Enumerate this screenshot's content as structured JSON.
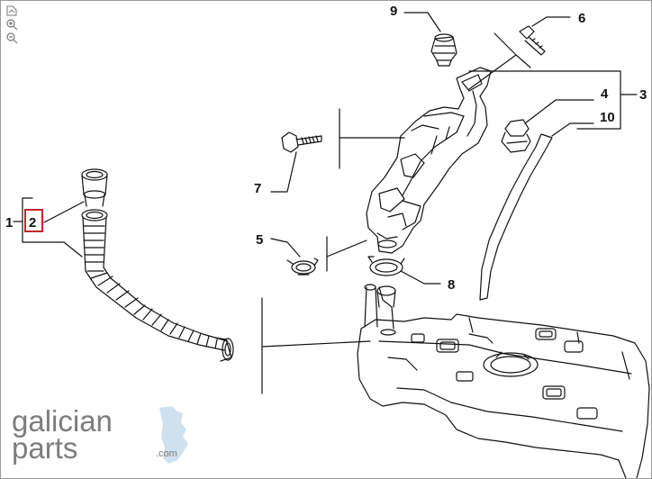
{
  "viewer": {
    "tools": [
      {
        "name": "fit-icon"
      },
      {
        "name": "zoom-in-icon"
      },
      {
        "name": "zoom-out-icon"
      }
    ]
  },
  "callouts": {
    "c1": "1",
    "c2": "2",
    "c3": "3",
    "c4": "4",
    "c5": "5",
    "c6": "6",
    "c7": "7",
    "c8": "8",
    "c9": "9",
    "c10": "10"
  },
  "selected_callout": "2",
  "colors": {
    "highlight": "#c0282d",
    "line": "#111111",
    "logo_gray": "#7d7d7d",
    "logo_blue": "#cfe0ee"
  },
  "logo": {
    "line1": "galician",
    "line2": "parts",
    "suffix": ".com"
  }
}
